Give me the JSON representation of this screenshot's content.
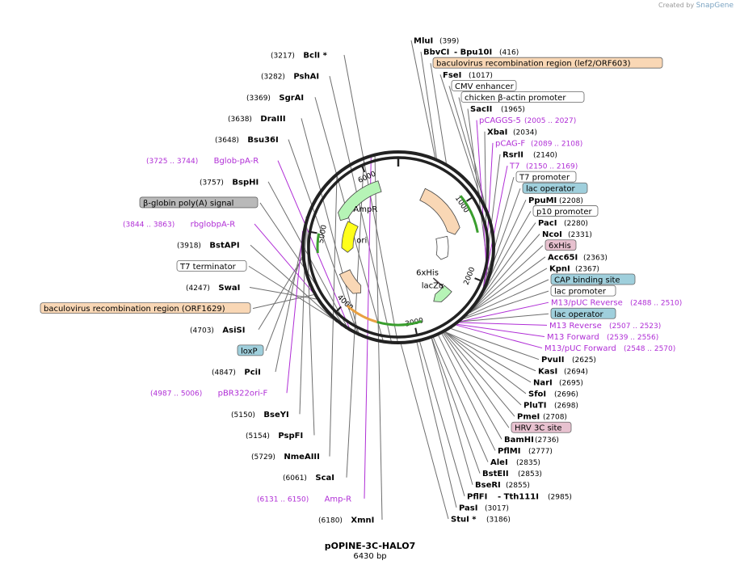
{
  "branding": {
    "prefix": "Created by",
    "name": "SnapGene"
  },
  "plasmid": {
    "name": "pOPINE-3C-HALO7",
    "length": "6430 bp",
    "length_bp": 6430
  },
  "ring_ticks": [
    "1000",
    "2000",
    "3000",
    "4000",
    "5000",
    "6000"
  ],
  "features_on_map": [
    {
      "label": "AmpR",
      "start": 5268,
      "end": 6128,
      "direction": "reverse",
      "color": "#b6f4b6"
    },
    {
      "label": "ori",
      "start": 4722,
      "end": 5310,
      "direction": "reverse",
      "color": "#ffff1a"
    },
    {
      "label": "6xHis",
      "start": 2338,
      "end": 2355,
      "direction": "forward",
      "color": "#8b3d5c"
    },
    {
      "label": "lacZα",
      "start": 2316,
      "end": 2622,
      "direction": "forward",
      "color": "#b6f4b6"
    },
    {
      "label": "",
      "start": 440,
      "end": 1380,
      "direction": "forward",
      "color": "#f9d7b5"
    },
    {
      "label": "",
      "start": 1380,
      "end": 1890,
      "direction": "forward",
      "color": "#ffffff"
    },
    {
      "label": "",
      "start": 3920,
      "end": 4380,
      "direction": "reverse",
      "color": "#f9d7b5"
    }
  ],
  "annotations": [
    {
      "type": "enzyme",
      "name": "MluI",
      "pos": "(399)",
      "bp": 399
    },
    {
      "type": "enzyme",
      "name": "BbvCI",
      "extra": "- Bpu10I",
      "pos": "(416)",
      "bp": 416
    },
    {
      "type": "feature",
      "name": "baculovirus recombination region (lef2/ORF603)",
      "bp": 530,
      "style": "orange"
    },
    {
      "type": "enzyme",
      "name": "FseI",
      "pos": "(1017)",
      "bp": 1017
    },
    {
      "type": "feature",
      "name": "CMV enhancer",
      "bp": 1120,
      "style": "white"
    },
    {
      "type": "feature",
      "name": "chicken β-actin promoter",
      "bp": 1600,
      "style": "white"
    },
    {
      "type": "enzyme",
      "name": "SacII",
      "pos": "(1965)",
      "bp": 1965
    },
    {
      "type": "primer",
      "name": "pCAGGS-5",
      "pos": "(2005 .. 2027)",
      "bp": 2016
    },
    {
      "type": "enzyme",
      "name": "XbaI",
      "pos": "(2034)",
      "bp": 2034
    },
    {
      "type": "primer",
      "name": "pCAG-F",
      "pos": "(2089 .. 2108)",
      "bp": 2098
    },
    {
      "type": "enzyme",
      "name": "RsrII",
      "pos": "(2140)",
      "bp": 2140
    },
    {
      "type": "primer",
      "name": "T7",
      "pos": "(2150 .. 2169)",
      "bp": 2160
    },
    {
      "type": "feature",
      "name": "T7 promoter",
      "bp": 2170,
      "style": "white"
    },
    {
      "type": "feature",
      "name": "lac operator",
      "bp": 2185,
      "style": "teal"
    },
    {
      "type": "enzyme",
      "name": "PpuMI",
      "pos": "(2208)",
      "bp": 2208
    },
    {
      "type": "feature",
      "name": "p10 promoter",
      "bp": 2240,
      "style": "white"
    },
    {
      "type": "enzyme",
      "name": "PacI",
      "pos": "(2280)",
      "bp": 2280
    },
    {
      "type": "enzyme",
      "name": "NcoI",
      "pos": "(2331)",
      "bp": 2331
    },
    {
      "type": "feature",
      "name": "6xHis",
      "bp": 2346,
      "style": "pink"
    },
    {
      "type": "enzyme",
      "name": "Acc65I",
      "pos": "(2363)",
      "bp": 2363
    },
    {
      "type": "enzyme",
      "name": "KpnI",
      "pos": "(2367)",
      "bp": 2367
    },
    {
      "type": "feature",
      "name": "CAP binding site",
      "bp": 2420,
      "style": "teal"
    },
    {
      "type": "feature",
      "name": "lac promoter",
      "bp": 2450,
      "style": "white"
    },
    {
      "type": "primer",
      "name": "M13/pUC Reverse",
      "pos": "(2488 .. 2510)",
      "bp": 2499
    },
    {
      "type": "feature",
      "name": "lac operator",
      "bp": 2500,
      "style": "teal"
    },
    {
      "type": "primer",
      "name": "M13 Reverse",
      "pos": "(2507 .. 2523)",
      "bp": 2515
    },
    {
      "type": "primer",
      "name": "M13 Forward",
      "pos": "(2539 .. 2556)",
      "bp": 2547
    },
    {
      "type": "primer",
      "name": "M13/pUC Forward",
      "pos": "(2548 .. 2570)",
      "bp": 2559
    },
    {
      "type": "enzyme",
      "name": "PvuII",
      "pos": "(2625)",
      "bp": 2625
    },
    {
      "type": "enzyme",
      "name": "KasI",
      "pos": "(2694)",
      "bp": 2694
    },
    {
      "type": "enzyme",
      "name": "NarI",
      "pos": "(2695)",
      "bp": 2695
    },
    {
      "type": "enzyme",
      "name": "SfoI",
      "pos": "(2696)",
      "bp": 2696
    },
    {
      "type": "enzyme",
      "name": "PluTI",
      "pos": "(2698)",
      "bp": 2698
    },
    {
      "type": "enzyme",
      "name": "PmeI",
      "pos": "(2708)",
      "bp": 2708
    },
    {
      "type": "feature",
      "name": "HRV 3C site",
      "bp": 2720,
      "style": "pink"
    },
    {
      "type": "enzyme",
      "name": "BamHI",
      "pos": "(2736)",
      "bp": 2736
    },
    {
      "type": "enzyme",
      "name": "PflMI",
      "pos": "(2777)",
      "bp": 2777
    },
    {
      "type": "enzyme",
      "name": "AleI",
      "pos": "(2835)",
      "bp": 2835
    },
    {
      "type": "enzyme",
      "name": "BstEII",
      "pos": "(2853)",
      "bp": 2853
    },
    {
      "type": "enzyme",
      "name": "BseRI",
      "pos": "(2855)",
      "bp": 2855
    },
    {
      "type": "enzyme",
      "name": "PflFI",
      "extra": "- Tth111I",
      "pos": "(2985)",
      "bp": 2985
    },
    {
      "type": "enzyme",
      "name": "PasI",
      "pos": "(3017)",
      "bp": 3017
    },
    {
      "type": "enzyme",
      "name": "StuI *",
      "pos": "(3186)",
      "bp": 3186
    },
    {
      "type": "enzyme",
      "name": "BclI *",
      "pos": "(3217)",
      "bp": 3217
    },
    {
      "type": "enzyme",
      "name": "PshAI",
      "pos": "(3282)",
      "bp": 3282
    },
    {
      "type": "enzyme",
      "name": "SgrAI",
      "pos": "(3369)",
      "bp": 3369
    },
    {
      "type": "enzyme",
      "name": "DraIII",
      "pos": "(3638)",
      "bp": 3638
    },
    {
      "type": "enzyme",
      "name": "Bsu36I",
      "pos": "(3648)",
      "bp": 3648
    },
    {
      "type": "primer",
      "name": "Bglob-pA-R",
      "pos": "(3725 .. 3744)",
      "bp": 3735
    },
    {
      "type": "enzyme",
      "name": "BspHI",
      "pos": "(3757)",
      "bp": 3757
    },
    {
      "type": "feature",
      "name": "β-globin poly(A) signal",
      "bp": 3800,
      "style": "gray"
    },
    {
      "type": "primer",
      "name": "rbglobpA-R",
      "pos": "(3844 .. 3863)",
      "bp": 3853
    },
    {
      "type": "enzyme",
      "name": "BstAPI",
      "pos": "(3918)",
      "bp": 3918
    },
    {
      "type": "feature",
      "name": "T7 terminator",
      "bp": 3960,
      "style": "white"
    },
    {
      "type": "enzyme",
      "name": "SwaI",
      "pos": "(4247)",
      "bp": 4247
    },
    {
      "type": "feature",
      "name": "baculovirus recombination region (ORF1629)",
      "bp": 4300,
      "style": "orange"
    },
    {
      "type": "enzyme",
      "name": "AsiSI",
      "pos": "(4703)",
      "bp": 4703
    },
    {
      "type": "feature",
      "name": "loxP",
      "bp": 4720,
      "style": "teal"
    },
    {
      "type": "enzyme",
      "name": "PciI",
      "pos": "(4847)",
      "bp": 4847
    },
    {
      "type": "primer",
      "name": "pBR322ori-F",
      "pos": "(4987 .. 5006)",
      "bp": 4996
    },
    {
      "type": "enzyme",
      "name": "BseYI",
      "pos": "(5150)",
      "bp": 5150
    },
    {
      "type": "enzyme",
      "name": "PspFI",
      "pos": "(5154)",
      "bp": 5154
    },
    {
      "type": "enzyme",
      "name": "NmeAIII",
      "pos": "(5729)",
      "bp": 5729
    },
    {
      "type": "enzyme",
      "name": "ScaI",
      "pos": "(6061)",
      "bp": 6061
    },
    {
      "type": "primer",
      "name": "Amp-R",
      "pos": "(6131 .. 6150)",
      "bp": 6140
    },
    {
      "type": "enzyme",
      "name": "XmnI",
      "pos": "(6180)",
      "bp": 6180
    }
  ],
  "colors": {
    "primer": "#b02ed6",
    "orange": "#f9d7b5",
    "teal": "#9fcfdc",
    "pink": "#e7c1cf",
    "gray": "#b9b9b9"
  }
}
